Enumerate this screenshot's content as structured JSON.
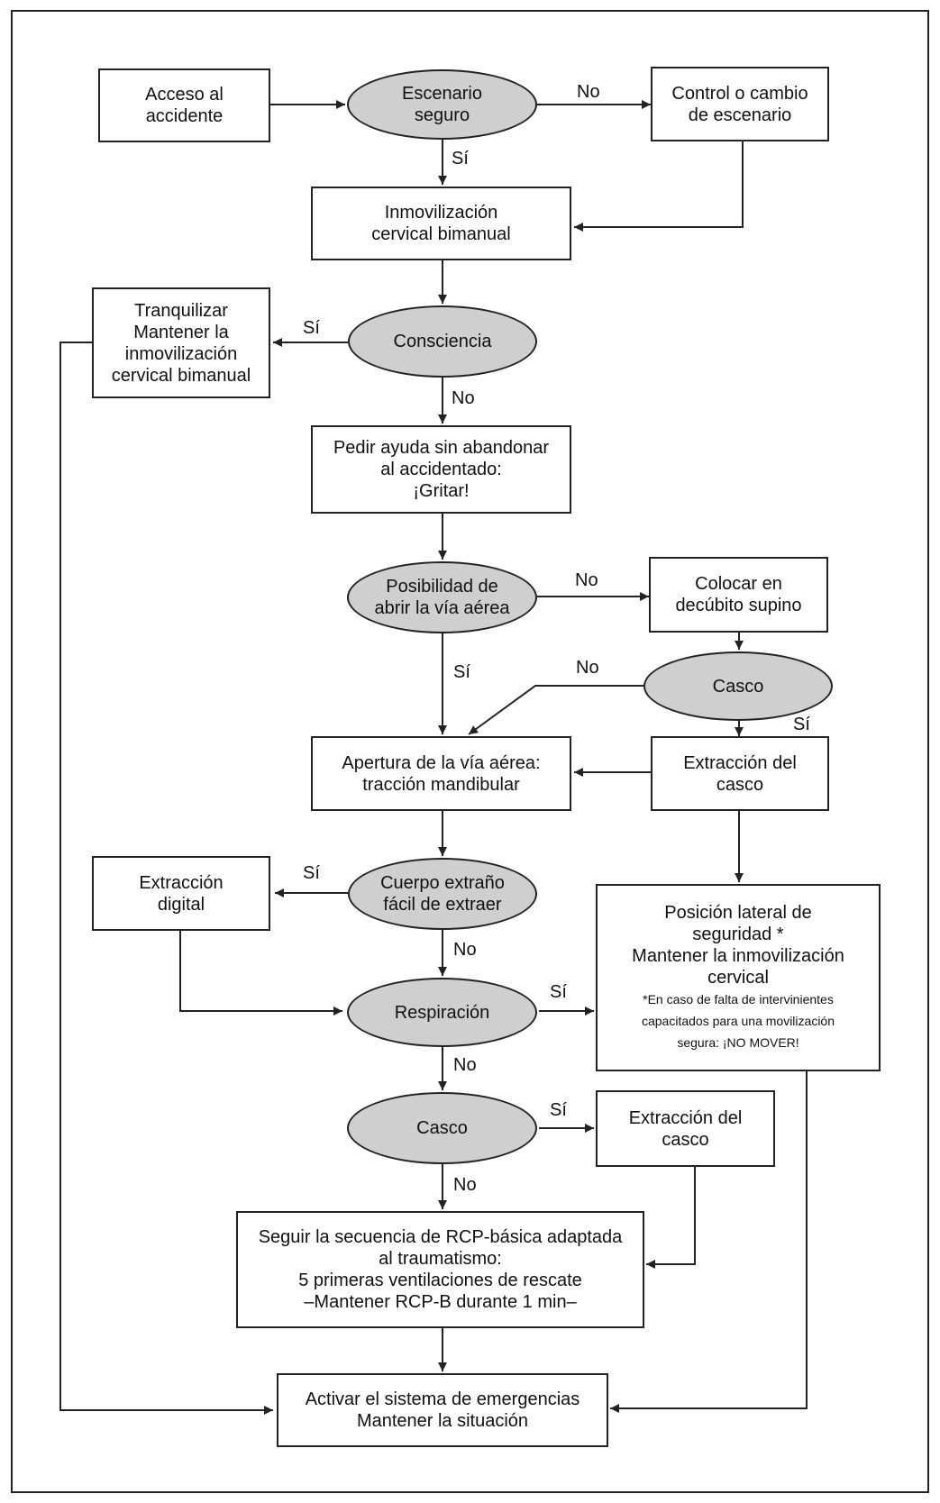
{
  "nodes": {
    "acceso": [
      "Acceso al",
      "accidente"
    ],
    "escenario": [
      "Escenario",
      "seguro"
    ],
    "control": [
      "Control o cambio",
      "de escenario"
    ],
    "inmovilizacion": [
      "Inmovilización",
      "cervical bimanual"
    ],
    "tranquilizar": [
      "Tranquilizar",
      "Mantener la",
      "inmovilización",
      "cervical bimanual"
    ],
    "consciencia": [
      "Consciencia"
    ],
    "pedir": [
      "Pedir ayuda sin abandonar",
      "al accidentado:",
      "¡Gritar!"
    ],
    "posibilidad": [
      "Posibilidad de",
      "abrir la vía aérea"
    ],
    "colocar": [
      "Colocar en",
      "decúbito supino"
    ],
    "casco1": [
      "Casco"
    ],
    "apertura": [
      "Apertura de la vía aérea:",
      "tracción mandibular"
    ],
    "extraccion_casco1": [
      "Extracción del",
      "casco"
    ],
    "extraccion_digital": [
      "Extracción",
      "digital"
    ],
    "cuerpo": [
      "Cuerpo extraño",
      "fácil de extraer"
    ],
    "posicion": [
      "Posición lateral de",
      "seguridad *",
      "Mantener la inmovilización",
      "cervical"
    ],
    "posicion_note": [
      "*En caso de falta de intervinientes",
      "capacitados para una movilización",
      "segura: ¡NO MOVER!"
    ],
    "respiracion": [
      "Respiración"
    ],
    "casco2": [
      "Casco"
    ],
    "extraccion_casco2": [
      "Extracción del",
      "casco"
    ],
    "seguir": [
      "Seguir la secuencia de RCP-básica adaptada",
      "al traumatismo:",
      "5 primeras ventilaciones de rescate",
      "–Mantener RCP-B durante 1 min–"
    ],
    "activar": [
      "Activar el sistema de emergencias",
      "Mantener la situación"
    ]
  },
  "labels": {
    "escenario_no": "No",
    "escenario_si": "Sí",
    "consciencia_si": "Sí",
    "consciencia_no": "No",
    "posibilidad_no": "No",
    "posibilidad_si": "Sí",
    "casco1_no": "No",
    "casco1_si": "Sí",
    "cuerpo_si": "Sí",
    "cuerpo_no": "No",
    "respiracion_si": "Sí",
    "respiracion_no": "No",
    "casco2_si": "Sí",
    "casco2_no": "No"
  },
  "colors": {
    "oval_fill": "#cfcfcf",
    "line": "#222222"
  }
}
